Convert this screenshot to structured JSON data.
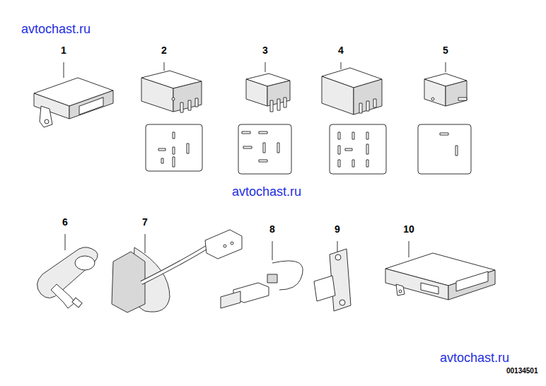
{
  "diagram": {
    "labels": [
      "avtochast.ru",
      "1",
      "2",
      "3",
      "4",
      "5",
      "avtochast.ru",
      "6",
      "7",
      "8",
      "9",
      "10",
      "avtochast.ru",
      "00134501"
    ]
  }
}
